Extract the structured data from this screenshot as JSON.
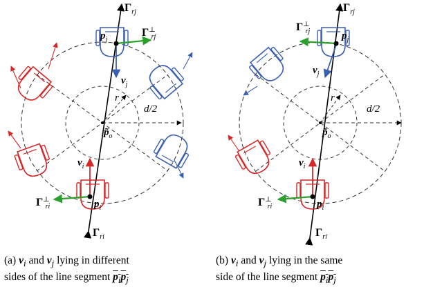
{
  "panel_a": {
    "labels": {
      "gamma_rj": "Γ",
      "gamma_rj_sub": "rj",
      "gamma_rj_perp": "Γ",
      "gamma_rj_perp_sup": "⊥",
      "gamma_rj_perp_sub": "rj",
      "p_j": "p",
      "p_j_sub": "j",
      "v_j": "v",
      "v_j_sub": "j",
      "r": "r",
      "d2": "d/2",
      "p_o": "p̃",
      "p_o_sub": "o",
      "v_i": "v",
      "v_i_sub": "i",
      "gamma_ri_perp": "Γ",
      "gamma_ri_perp_sup": "⊥",
      "gamma_ri_perp_sub": "ri",
      "p_i": "p",
      "p_i_sub": "i",
      "gamma_ri": "Γ",
      "gamma_ri_sub": "ri"
    },
    "caption": {
      "prefix": "(a)",
      "v1": "v",
      "v1_sub": "i",
      "and": "and",
      "v2": "v",
      "v2_sub": "j",
      "rest1": "lying in different",
      "line2": "sides of the line segment",
      "seg_p1": "p",
      "seg_p1_sub": "i",
      "seg_p2": "p",
      "seg_p2_sub": "j"
    }
  },
  "panel_b": {
    "labels": {
      "gamma_rj": "Γ",
      "gamma_rj_sub": "rj",
      "gamma_rj_perp": "Γ",
      "gamma_rj_perp_sup": "⊥",
      "gamma_rj_perp_sub": "rj",
      "p_j": "p",
      "p_j_sub": "j",
      "v_j": "v",
      "v_j_sub": "j",
      "r": "r",
      "d2": "d/2",
      "p_o": "p̃",
      "p_o_sub": "o",
      "v_i": "v",
      "v_i_sub": "i",
      "gamma_ri_perp": "Γ",
      "gamma_ri_perp_sup": "⊥",
      "gamma_ri_perp_sub": "ri",
      "p_i": "p",
      "p_i_sub": "i",
      "gamma_ri": "Γ",
      "gamma_ri_sub": "ri"
    },
    "caption": {
      "prefix": "(b)",
      "v1": "v",
      "v1_sub": "i",
      "and": "and",
      "v2": "v",
      "v2_sub": "j",
      "rest1": "lying in the same",
      "line2": "side of the line segment",
      "seg_p1": "p",
      "seg_p1_sub": "i",
      "seg_p2": "p",
      "seg_p2_sub": "j"
    }
  },
  "colors": {
    "robot_i": "#d62728",
    "robot_j": "#3a5fb0",
    "perp_arrow": "#2ca02c",
    "line": "#000000"
  }
}
